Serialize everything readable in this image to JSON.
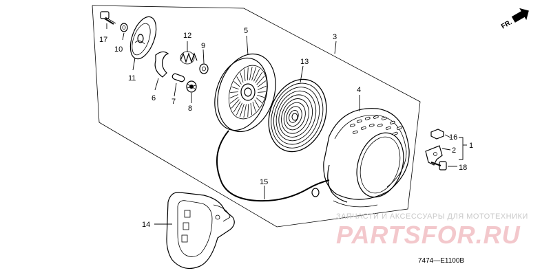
{
  "diagram": {
    "part_labels": [
      {
        "id": "p1",
        "text": "1"
      },
      {
        "id": "p2",
        "text": "2"
      },
      {
        "id": "p3",
        "text": "3"
      },
      {
        "id": "p4",
        "text": "4"
      },
      {
        "id": "p5",
        "text": "5"
      },
      {
        "id": "p6",
        "text": "6"
      },
      {
        "id": "p7",
        "text": "7"
      },
      {
        "id": "p8",
        "text": "8"
      },
      {
        "id": "p9",
        "text": "9"
      },
      {
        "id": "p10",
        "text": "10"
      },
      {
        "id": "p11",
        "text": "11"
      },
      {
        "id": "p12",
        "text": "12"
      },
      {
        "id": "p13",
        "text": "13"
      },
      {
        "id": "p14",
        "text": "14"
      },
      {
        "id": "p15",
        "text": "15"
      },
      {
        "id": "p16",
        "text": "16"
      },
      {
        "id": "p17",
        "text": "17"
      },
      {
        "id": "p18",
        "text": "18"
      }
    ],
    "direction_marker": "FR.",
    "diagram_code": "7474—E1100B"
  },
  "watermark": {
    "caption": "ЗАПЧАСТИ И АКСЕССУАРЫ ДЛЯ МОТОТЕХНИКИ",
    "brand": "PARTSFOR.RU",
    "color": "#f3c8cc"
  }
}
